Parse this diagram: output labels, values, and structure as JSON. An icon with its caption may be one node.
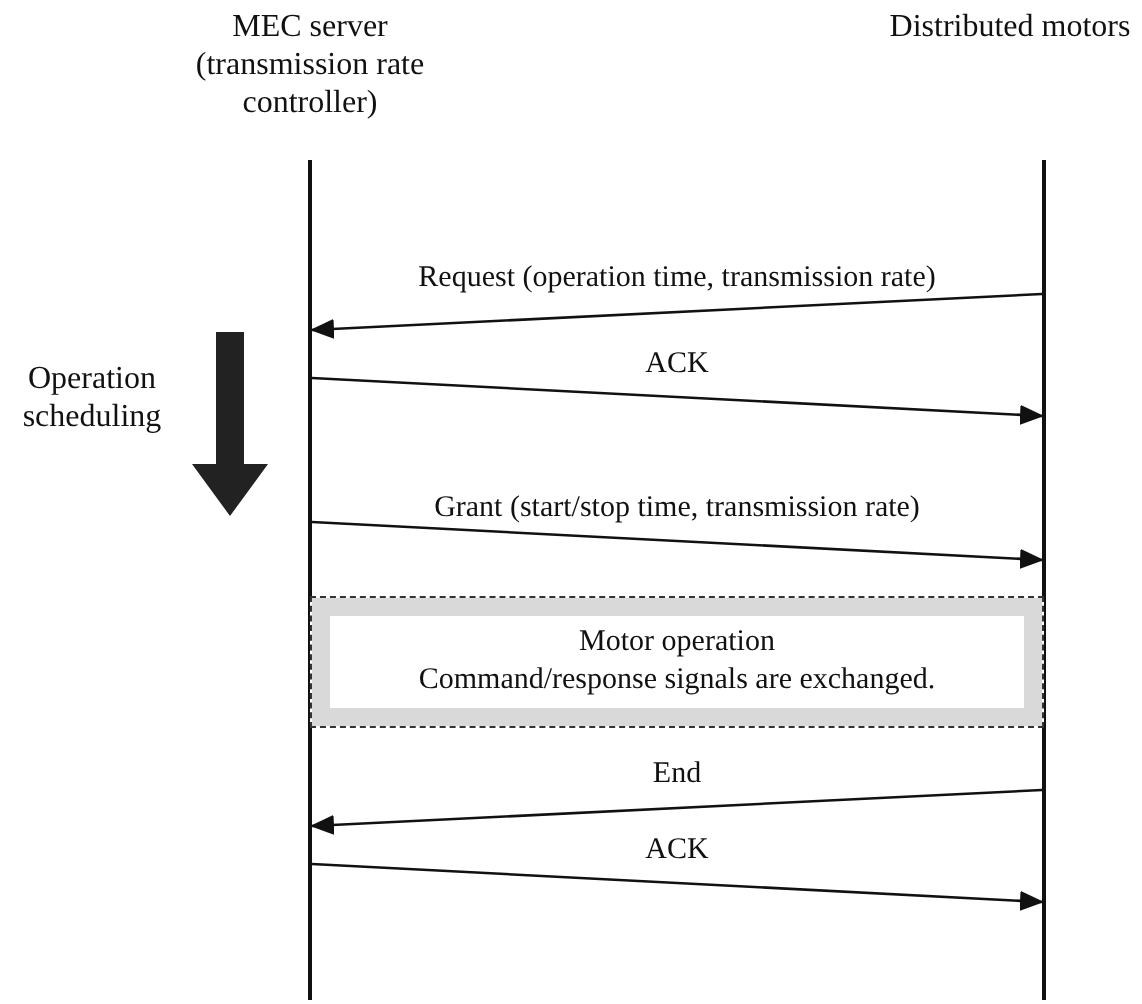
{
  "diagram": {
    "nodes": [
      {
        "text": [
          "MEC server (transmission rate controller)"
        ]
      },
      {
        "text": [
          "Distributed motors"
        ]
      },
      {
        "text": [
          "Motor operation",
          "Command/response signals are exchanged."
        ]
      }
    ],
    "edges": [
      {
        "from": 1,
        "to": 0,
        "arrow": "to",
        "label": "Request (operation time, transmission rate)"
      },
      {
        "from": 0,
        "to": 1,
        "arrow": "to",
        "label": "ACK"
      },
      {
        "from": 0,
        "to": 1,
        "arrow": "to",
        "label": "Grant (start/stop time, transmission rate)"
      },
      {
        "from": 1,
        "to": 0,
        "arrow": "to",
        "label": "End"
      },
      {
        "from": 0,
        "to": 1,
        "arrow": "to",
        "label": "ACK"
      }
    ],
    "labels": [
      "Operation scheduling"
    ]
  }
}
